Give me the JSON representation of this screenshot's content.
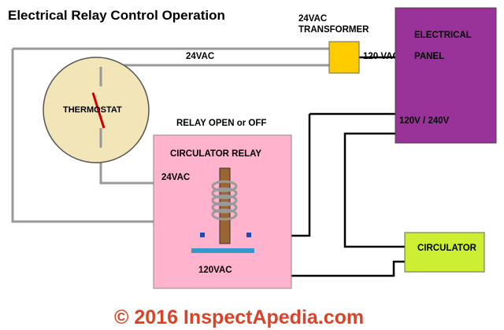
{
  "title": "Electrical Relay Control Operation",
  "transformer": {
    "label_line1": "24VAC",
    "label_line2": "TRANSFORMER",
    "input_label": "120 VAC"
  },
  "panel": {
    "label_line1": "ELECTRICAL",
    "label_line2": "PANEL",
    "output_label": "120V / 240V"
  },
  "thermostat": {
    "label": "THERMOSTAT",
    "wire_label": "24VAC"
  },
  "relay": {
    "status_label": "RELAY OPEN or OFF",
    "label": "CIRCULATOR RELAY",
    "coil_label": "24VAC",
    "contact_label": "120VAC"
  },
  "circulator": {
    "label": "CIRCULATOR"
  },
  "watermark": "© 2016 InspectApedia.com",
  "colors": {
    "transformer": "#ffcc00",
    "panel": "#993399",
    "thermostat": "#f2e6b8",
    "relay_box": "#ffb3cc",
    "circulator": "#ccee33",
    "wire_24v": "#999999",
    "wire_120v": "#000000",
    "contact_bar": "#3399cc",
    "relay_core": "#996633",
    "watermark": "#d9432a"
  }
}
